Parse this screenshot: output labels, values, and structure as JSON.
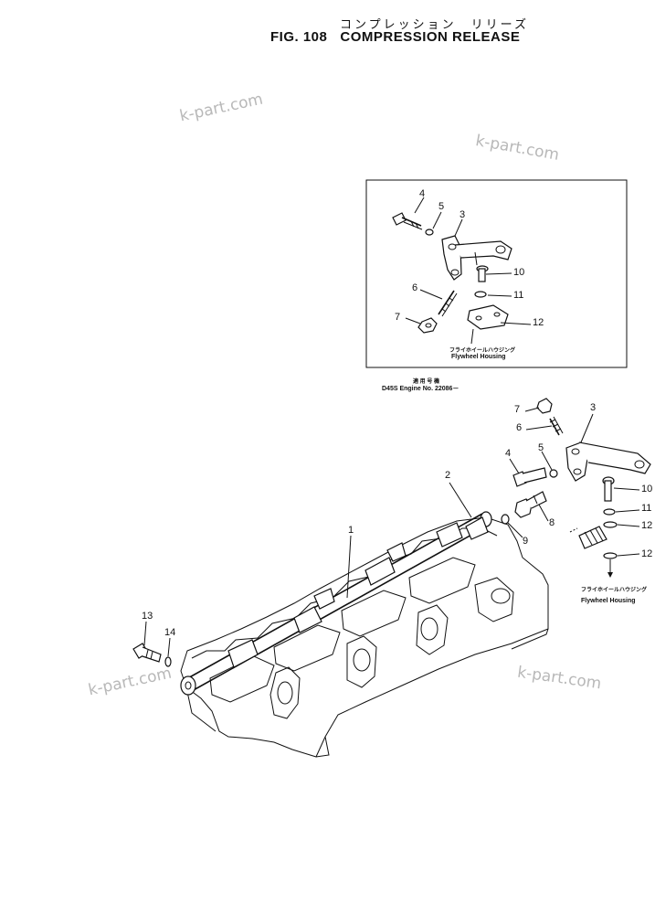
{
  "header": {
    "title_jp": "コンプレッション　リリーズ",
    "fig_label": "FIG. 108",
    "title": "COMPRESSION RELEASE"
  },
  "watermarks": [
    "k-part.com",
    "k-part.com",
    "k-part.com",
    "k-part.com"
  ],
  "inset": {
    "flywheel_jp": "フライホイールハウジング",
    "flywheel_en": "Flywheel Housing",
    "serial_jp": "適 用 号 機",
    "serial_en": "D45S Engine No. 22086－"
  },
  "main": {
    "flywheel_jp": "フライホイールハウジング",
    "flywheel_en": "Flywheel Housing"
  },
  "callouts": {
    "inset": [
      "4",
      "5",
      "3",
      "10",
      "6",
      "11",
      "7",
      "12"
    ],
    "main": [
      "7",
      "3",
      "6",
      "4",
      "5",
      "10",
      "2",
      "11",
      "8",
      "9",
      "12",
      "12",
      "1",
      "13",
      "14"
    ]
  }
}
